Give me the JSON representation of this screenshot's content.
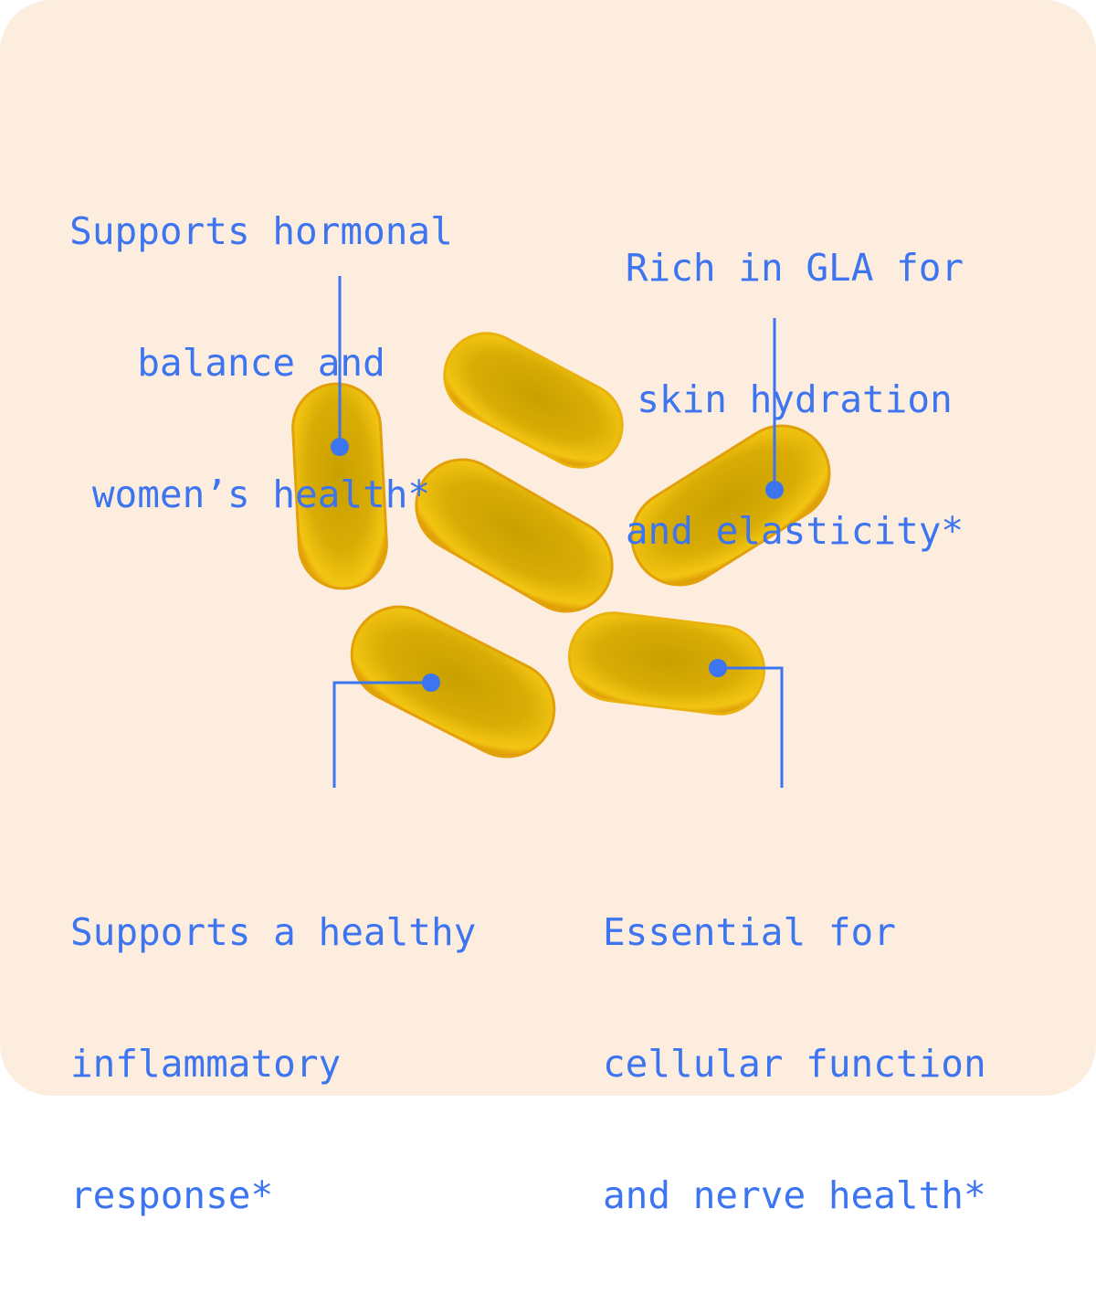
{
  "colors": {
    "background": "#fdeddf",
    "accent": "#3d74f0",
    "capsule": "#e2b40a"
  },
  "callouts": [
    {
      "id": "hormonal",
      "lines": [
        "Supports hormonal",
        "balance and",
        "women’s health*"
      ]
    },
    {
      "id": "gla",
      "lines": [
        "Rich in GLA for",
        "skin hydration",
        "and elasticity*"
      ]
    },
    {
      "id": "inflammatory",
      "lines": [
        "Supports a healthy",
        "inflammatory",
        "response*"
      ]
    },
    {
      "id": "cellular",
      "lines": [
        "Essential for",
        "cellular function",
        "and nerve health*"
      ]
    }
  ],
  "image": {
    "subject": "softgel-capsules",
    "count": 6
  }
}
